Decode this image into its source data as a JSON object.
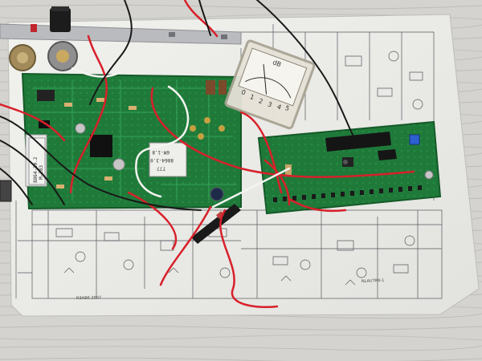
{
  "photo": {
    "components": {
      "crystal_filter_1": {
        "lines": [
          "8864-30.2",
          "M-283"
        ]
      },
      "crystal_filter_2": {
        "lines": [
          "6M-1.8",
          "8864-3.0",
          "T77"
        ]
      },
      "meter": {
        "scale": [
          "0",
          "1",
          "2",
          "3",
          "4",
          "5"
        ],
        "label": "dB"
      }
    },
    "schematic": {
      "captions": [
        "R3ABK 2007",
        "NLAUTRX-1"
      ]
    }
  }
}
